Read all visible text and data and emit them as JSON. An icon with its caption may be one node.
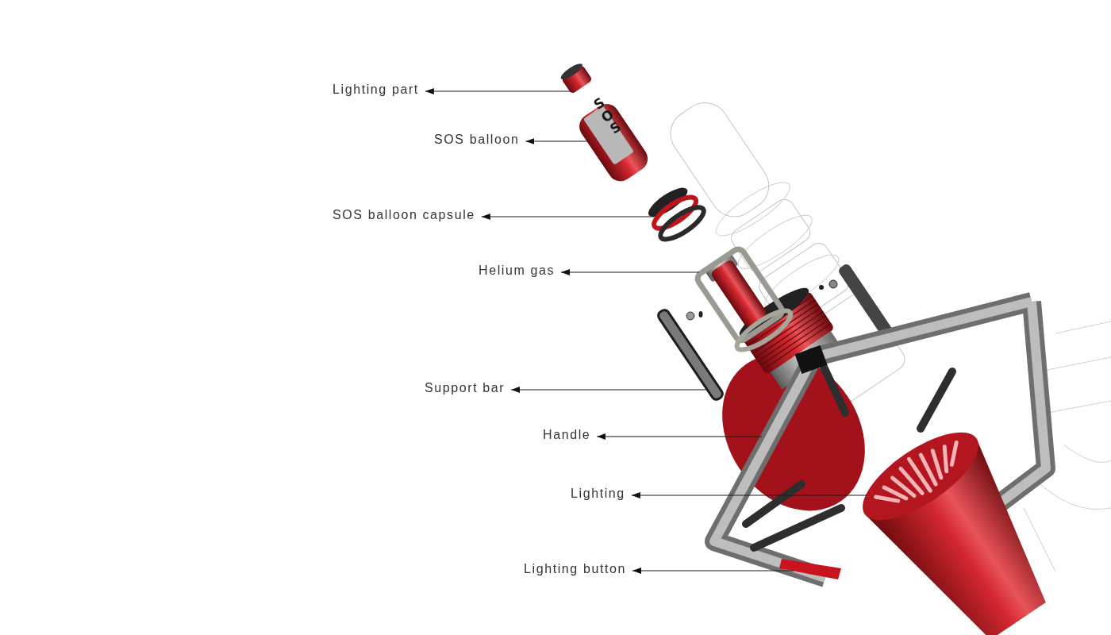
{
  "diagram": {
    "nodes": [
      {
        "text": [
          "Lighting part"
        ]
      },
      {
        "text": [
          "SOS balloon"
        ]
      },
      {
        "text": [
          "SOS balloon capsule"
        ]
      },
      {
        "text": [
          "Helium gas"
        ]
      },
      {
        "text": [
          "Support bar"
        ]
      },
      {
        "text": [
          "Handle"
        ]
      },
      {
        "text": [
          "Lighting"
        ]
      },
      {
        "text": [
          "Lighting button"
        ]
      },
      {
        "text": [],
        "shape": "picture"
      },
      {
        "text": [],
        "shape": "picture"
      },
      {
        "text": [],
        "shape": "picture"
      },
      {
        "text": [],
        "shape": "picture"
      },
      {
        "text": [],
        "shape": "picture"
      },
      {
        "text": [],
        "shape": "picture"
      },
      {
        "text": [],
        "shape": "picture"
      },
      {
        "text": [],
        "shape": "bar",
        "in": 13
      }
    ],
    "edges": [
      {
        "from": 8,
        "to": 0,
        "arrow": "to"
      },
      {
        "from": 9,
        "to": 1,
        "arrow": "to"
      },
      {
        "from": 10,
        "to": 2,
        "arrow": "to"
      },
      {
        "from": 11,
        "to": 3,
        "arrow": "to"
      },
      {
        "from": 12,
        "to": 4,
        "arrow": "to"
      },
      {
        "from": 13,
        "to": 5,
        "arrow": "to"
      },
      {
        "from": 14,
        "to": 6,
        "arrow": "to"
      },
      {
        "from": 15,
        "to": 7,
        "arrow": "to"
      }
    ],
    "labels": [
      "SOS"
    ]
  }
}
